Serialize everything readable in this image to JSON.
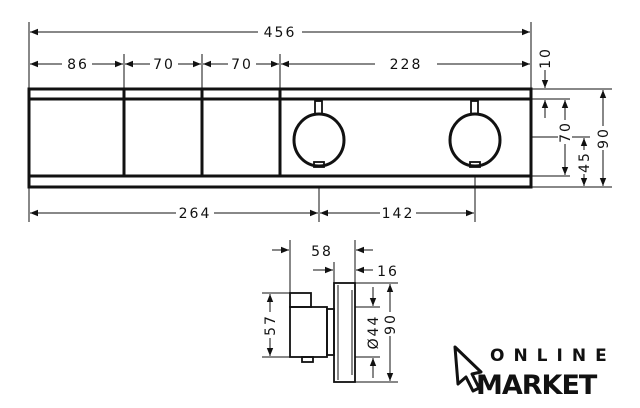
{
  "front_view": {
    "dims": {
      "total_width": "456",
      "seg1": "86",
      "seg2": "70",
      "seg3": "70",
      "seg4": "228",
      "top_strip": "10",
      "inner_height": "70",
      "knob_center_height": "45",
      "total_height": "90",
      "knob1_offset": "264",
      "knob_spacing": "142"
    }
  },
  "side_view": {
    "dims": {
      "depth": "58",
      "plate_depth": "16",
      "body_height": "57",
      "knob_diameter": "Ø44",
      "total_height": "90"
    }
  },
  "logo": {
    "line1": "ONLINE",
    "line2": "MARKET"
  }
}
